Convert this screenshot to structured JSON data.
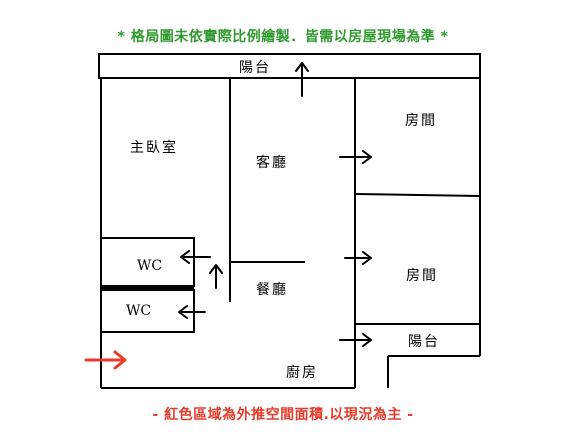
{
  "notes": {
    "top": "* 格局圖未依實際比例繪製．皆需以房屋現場為準 *",
    "bottom": "- 紅色區域為外推空間面積.以現況為主 -"
  },
  "rooms": {
    "balcony_top": "陽台",
    "master_bedroom": "主臥室",
    "living_room": "客廳",
    "bedroom_1": "房間",
    "bedroom_2": "房間",
    "wc_1": "WC",
    "wc_2": "WC",
    "dining_room": "餐廳",
    "balcony_right": "陽台",
    "kitchen": "廚房"
  },
  "colors": {
    "walls": "#000000",
    "entry_arrow": "#e83a2a",
    "top_note": "#2e9a2e",
    "bottom_note": "#e83a2a"
  }
}
